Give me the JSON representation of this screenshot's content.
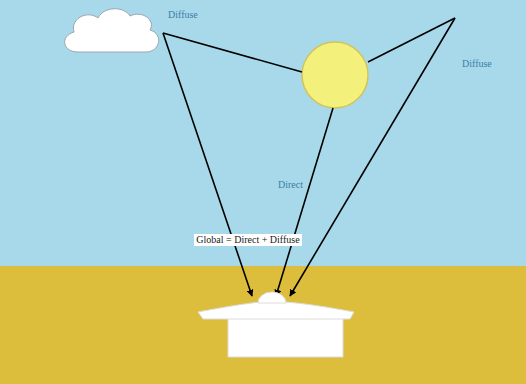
{
  "diagram": {
    "labels": [
      "Diffuse",
      "Diffuse",
      "Direct",
      "Global = Direct + Diffuse"
    ]
  }
}
